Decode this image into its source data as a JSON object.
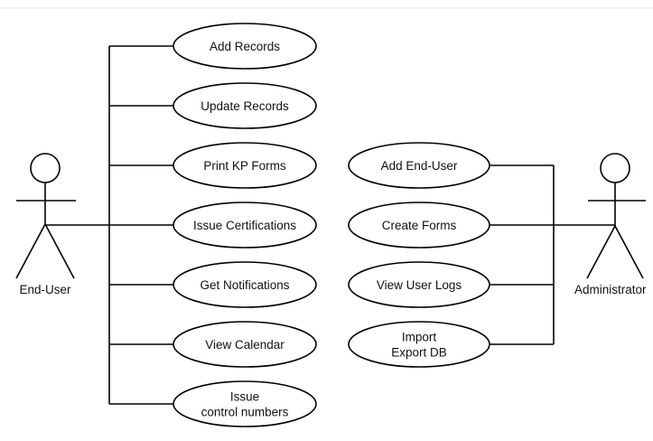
{
  "actors": {
    "end_user": {
      "label": "End-User"
    },
    "administrator": {
      "label": "Administrator"
    }
  },
  "end_user_use_cases": [
    {
      "id": "add-records",
      "lines": [
        "Add Records"
      ]
    },
    {
      "id": "update-records",
      "lines": [
        "Update Records"
      ]
    },
    {
      "id": "print-kp-forms",
      "lines": [
        "Print KP Forms"
      ]
    },
    {
      "id": "issue-certifications",
      "lines": [
        "Issue Certifications"
      ]
    },
    {
      "id": "get-notifications",
      "lines": [
        "Get Notifications"
      ]
    },
    {
      "id": "view-calendar",
      "lines": [
        "View Calendar"
      ]
    },
    {
      "id": "issue-control-numbers",
      "lines": [
        "Issue",
        "control numbers"
      ]
    }
  ],
  "admin_use_cases": [
    {
      "id": "add-end-user",
      "lines": [
        "Add End-User"
      ]
    },
    {
      "id": "create-forms",
      "lines": [
        "Create Forms"
      ]
    },
    {
      "id": "view-user-logs",
      "lines": [
        "View User Logs"
      ]
    },
    {
      "id": "import-export-db",
      "lines": [
        "Import",
        "Export DB"
      ]
    }
  ]
}
